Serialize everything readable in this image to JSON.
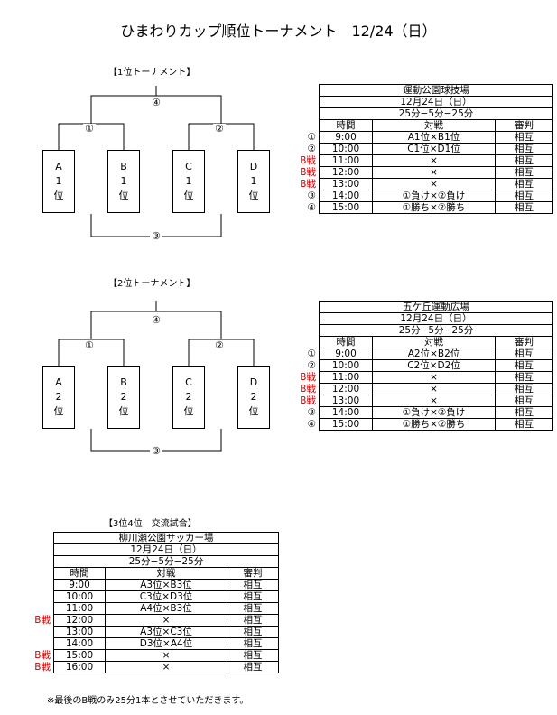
{
  "title": "ひまわりカップ順位トーナメント　12/24（日）",
  "bracket1": {
    "heading": "【1位トーナメント】",
    "teams": [
      [
        "A",
        "1",
        "位"
      ],
      [
        "B",
        "1",
        "位"
      ],
      [
        "C",
        "1",
        "位"
      ],
      [
        "D",
        "1",
        "位"
      ]
    ],
    "labels": {
      "m1": "①",
      "m2": "②",
      "m3": "③",
      "m4": "④"
    }
  },
  "schedule1": {
    "venue": "運動公園球技場",
    "date": "12月24日（日）",
    "format": "25分−5分−25分",
    "headers": {
      "time": "時間",
      "match": "対戦",
      "referee": "審判"
    },
    "rows": [
      {
        "side": "①",
        "time": "9:00",
        "match": "A1位×B1位",
        "referee": "相互"
      },
      {
        "side": "②",
        "time": "10:00",
        "match": "C1位×D1位",
        "referee": "相互"
      },
      {
        "side": "B戦",
        "time": "11:00",
        "match": "×",
        "referee": "相互"
      },
      {
        "side": "B戦",
        "time": "12:00",
        "match": "×",
        "referee": "相互"
      },
      {
        "side": "B戦",
        "time": "13:00",
        "match": "×",
        "referee": "相互"
      },
      {
        "side": "③",
        "time": "14:00",
        "match": "①負け×②負け",
        "referee": "相互"
      },
      {
        "side": "④",
        "time": "15:00",
        "match": "①勝ち×②勝ち",
        "referee": "相互"
      }
    ]
  },
  "bracket2": {
    "heading": "【2位トーナメント】",
    "teams": [
      [
        "A",
        "2",
        "位"
      ],
      [
        "B",
        "2",
        "位"
      ],
      [
        "C",
        "2",
        "位"
      ],
      [
        "D",
        "2",
        "位"
      ]
    ],
    "labels": {
      "m1": "①",
      "m2": "②",
      "m3": "③",
      "m4": "④"
    }
  },
  "schedule2": {
    "venue": "五ケ丘運動広場",
    "date": "12月24日（日）",
    "format": "25分−5分−25分",
    "headers": {
      "time": "時間",
      "match": "対戦",
      "referee": "審判"
    },
    "rows": [
      {
        "side": "①",
        "time": "9:00",
        "match": "A2位×B2位",
        "referee": "相互"
      },
      {
        "side": "②",
        "time": "10:00",
        "match": "C2位×D2位",
        "referee": "相互"
      },
      {
        "side": "B戦",
        "time": "11:00",
        "match": "×",
        "referee": "相互"
      },
      {
        "side": "B戦",
        "time": "12:00",
        "match": "×",
        "referee": "相互"
      },
      {
        "side": "B戦",
        "time": "13:00",
        "match": "×",
        "referee": "相互"
      },
      {
        "side": "③",
        "time": "14:00",
        "match": "①負け×②負け",
        "referee": "相互"
      },
      {
        "side": "④",
        "time": "15:00",
        "match": "①勝ち×②勝ち",
        "referee": "相互"
      }
    ]
  },
  "section3": {
    "heading": "【3位4位　交流試合】"
  },
  "schedule3": {
    "venue": "柳川瀬公園サッカー場",
    "date": "12月24日（日）",
    "format": "25分−5分−25分",
    "headers": {
      "time": "時間",
      "match": "対戦",
      "referee": "審判"
    },
    "rows": [
      {
        "side": "",
        "time": "9:00",
        "match": "A3位×B3位",
        "referee": "相互"
      },
      {
        "side": "",
        "time": "10:00",
        "match": "C3位×D3位",
        "referee": "相互"
      },
      {
        "side": "",
        "time": "11:00",
        "match": "A4位×B3位",
        "referee": "相互"
      },
      {
        "side": "B戦",
        "time": "12:00",
        "match": "×",
        "referee": "相互"
      },
      {
        "side": "",
        "time": "13:00",
        "match": "A3位×C3位",
        "referee": "相互"
      },
      {
        "side": "",
        "time": "14:00",
        "match": "D3位×A4位",
        "referee": "相互"
      },
      {
        "side": "B戦",
        "time": "15:00",
        "match": "×",
        "referee": "相互"
      },
      {
        "side": "B戦",
        "time": "16:00",
        "match": "×",
        "referee": "相互"
      }
    ]
  },
  "footnote": "※最後のB戦のみ25分1本とさせていただきます。"
}
